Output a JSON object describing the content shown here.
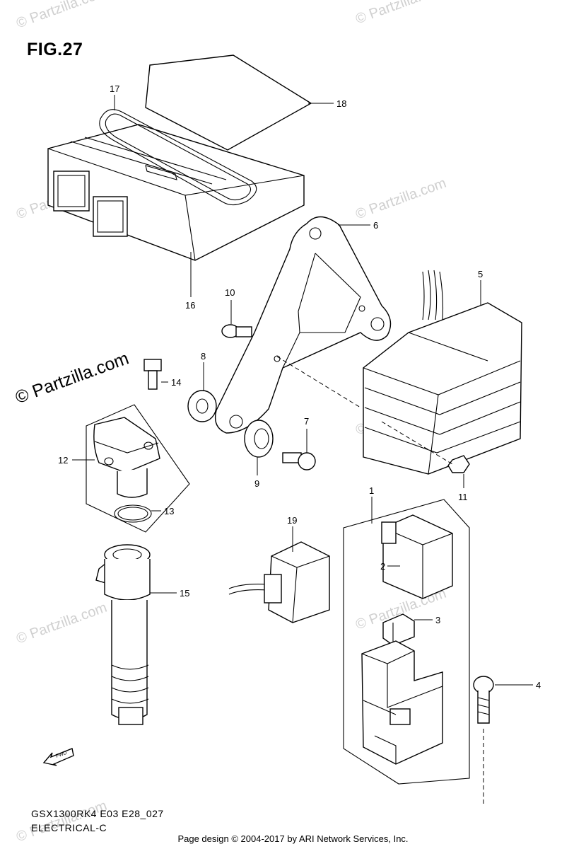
{
  "figure_title": "FIG.27",
  "watermarks": [
    "© Partzilla.com"
  ],
  "callouts": [
    {
      "id": "1",
      "label": "1"
    },
    {
      "id": "2",
      "label": "2"
    },
    {
      "id": "3",
      "label": "3"
    },
    {
      "id": "4",
      "label": "4"
    },
    {
      "id": "5",
      "label": "5"
    },
    {
      "id": "6",
      "label": "6"
    },
    {
      "id": "7",
      "label": "7"
    },
    {
      "id": "8",
      "label": "8"
    },
    {
      "id": "9",
      "label": "9"
    },
    {
      "id": "10",
      "label": "10"
    },
    {
      "id": "11",
      "label": "11"
    },
    {
      "id": "12",
      "label": "12"
    },
    {
      "id": "13",
      "label": "13"
    },
    {
      "id": "14",
      "label": "14"
    },
    {
      "id": "15",
      "label": "15"
    },
    {
      "id": "16",
      "label": "16"
    },
    {
      "id": "17",
      "label": "17"
    },
    {
      "id": "18",
      "label": "18"
    },
    {
      "id": "19",
      "label": "19"
    }
  ],
  "fwd_label": "FWD",
  "model_code": "GSX1300RK4 E03 E28_027",
  "section_name": "ELECTRICAL-C",
  "footer": "Page design © 2004-2017 by ARI Network Services, Inc."
}
